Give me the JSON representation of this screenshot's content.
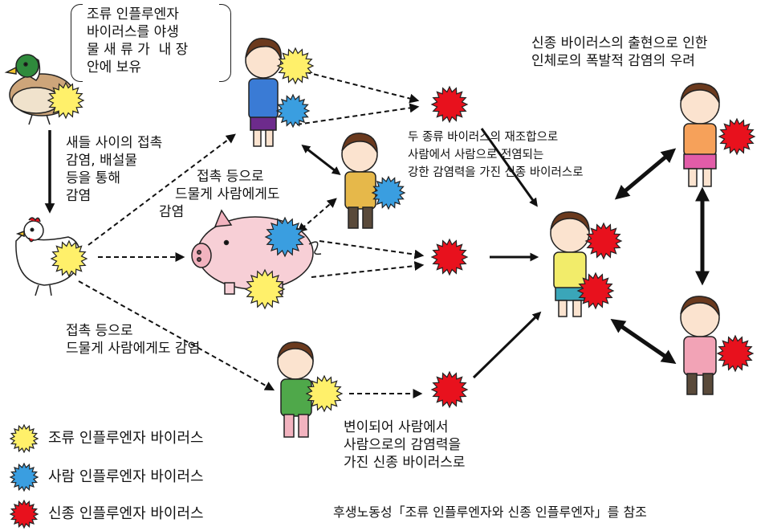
{
  "colors": {
    "avian_virus": "#fff06a",
    "human_virus": "#3a9ee0",
    "new_virus": "#e8111d",
    "arrow": "#111111"
  },
  "note_bubble": {
    "lines": [
      "조류 인플루엔자",
      "바이러스를 야생",
      "물 새 류 가  내 장",
      "안에 보유"
    ]
  },
  "labels": {
    "bird_transmission": [
      "새들 사이의 접촉",
      "감염, 배설물",
      "등을 통해",
      "감염"
    ],
    "rare_contact_top": [
      "접촉 등으로",
      "드물게 사람에게도",
      "감염"
    ],
    "rare_contact_bottom": [
      "접촉 등으로",
      "드물게 사람에게도 감염"
    ],
    "reassortment": [
      "두 종류 바이러스의 재조합으로",
      "사람에서 사람으로 전염되는",
      "강한 감염력을 가진 신종 바이러스로"
    ],
    "mutation": [
      "변이되어 사람에서",
      "사람으로의 감염력을",
      "가진 신종 바이러스로"
    ],
    "pandemic_concern": [
      "신종 바이러스의 출현으로 인한",
      "인체로의 폭발적 감염의 우려"
    ]
  },
  "legend": [
    {
      "icon": "avian-virus-icon",
      "label": "조류 인플루엔자 바이러스"
    },
    {
      "icon": "human-virus-icon",
      "label": "사람 인플루엔자 바이러스"
    },
    {
      "icon": "new-virus-icon",
      "label": "신종 인플루엔자 바이러스"
    }
  ],
  "source": "후생노동성「조류 인플루엔자와 신종 인플루엔자」를 참조"
}
